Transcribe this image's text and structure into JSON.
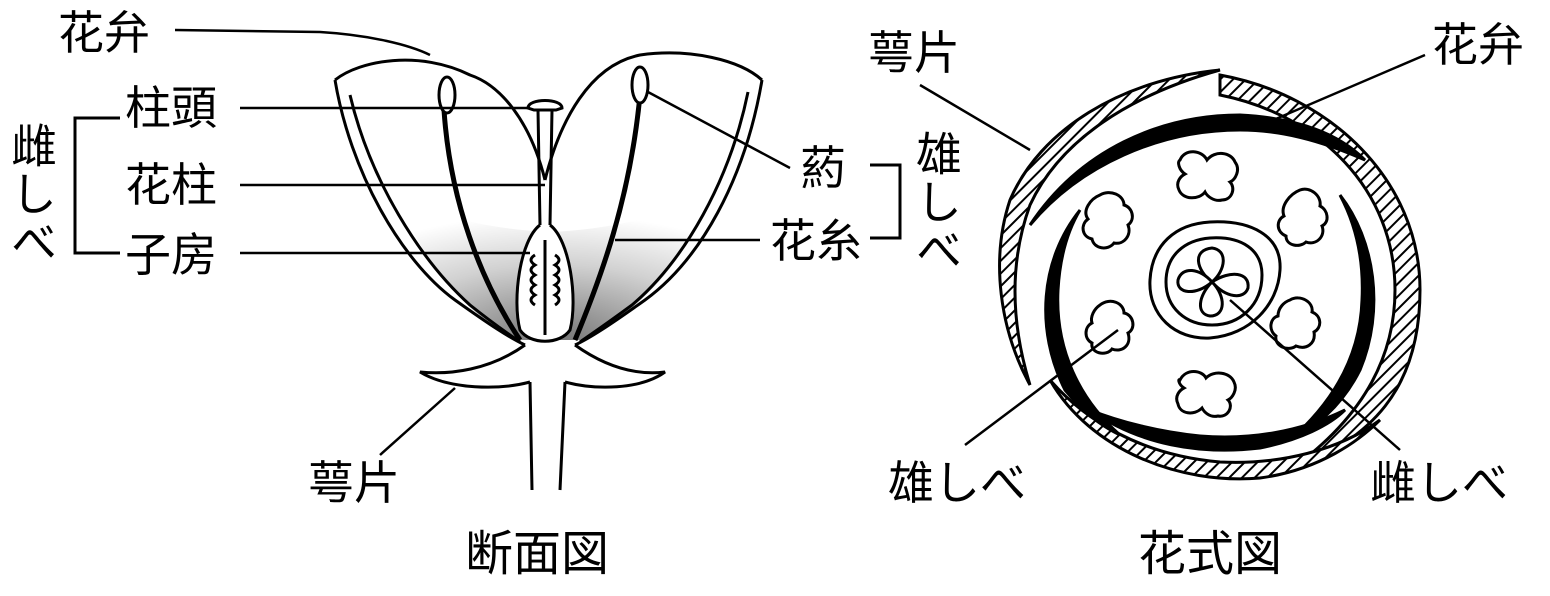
{
  "cross_section": {
    "caption": "断面図",
    "labels": {
      "petal": "花弁",
      "stigma": "柱頭",
      "style": "花柱",
      "ovary": "子房",
      "pistil": "雌しべ",
      "anther": "葯",
      "filament": "花糸",
      "stamen": "雄しべ",
      "sepal": "萼片"
    }
  },
  "floral_diagram": {
    "caption": "花式図",
    "labels": {
      "sepal": "萼片",
      "petal": "花弁",
      "stamen": "雄しべ",
      "pistil": "雌しべ"
    }
  }
}
